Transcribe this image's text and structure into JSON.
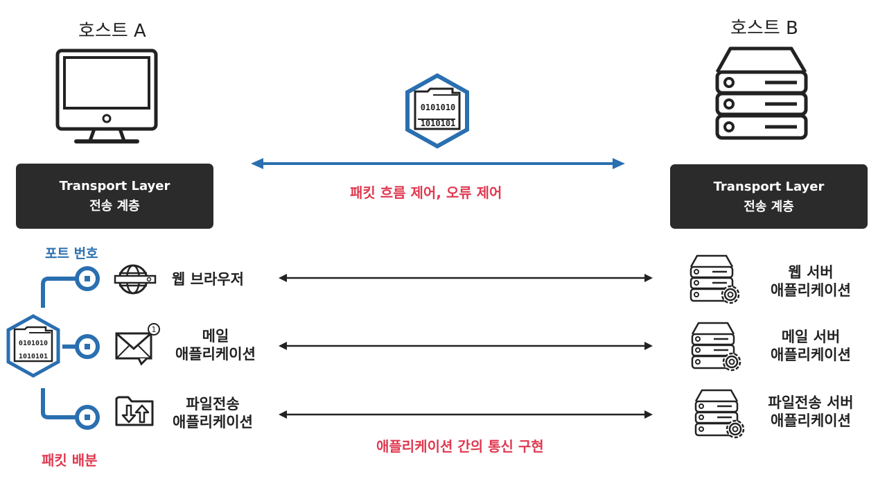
{
  "host_a": {
    "title": "호스트 A"
  },
  "host_b": {
    "title": "호스트 B"
  },
  "layer_a": {
    "line1": "Transport Layer",
    "line2": "전송 계층"
  },
  "layer_b": {
    "line1": "Transport Layer",
    "line2": "전송 계층"
  },
  "packet_icon": {
    "line1": "0101010",
    "line2": "1010101"
  },
  "transport_caption": "패킷 흐름 제어, 오류 제어",
  "port_label": "포트 번호",
  "distribution_label": "패킷 배분",
  "app_caption": "애플리케이션 간의 통신 구현",
  "host_a_apps": [
    {
      "line1": "웹 브라우저",
      "line2": "",
      "icon": "globe-icon"
    },
    {
      "line1": "메일",
      "line2": "애플리케이션",
      "icon": "mail-icon"
    },
    {
      "line1": "파일전송",
      "line2": "애플리케이션",
      "icon": "file-transfer-icon"
    }
  ],
  "host_b_apps": [
    {
      "line1": "웹 서버",
      "line2": "애플리케이션",
      "icon": "server-gear-icon"
    },
    {
      "line1": "메일 서버",
      "line2": "애플리케이션",
      "icon": "server-gear-icon"
    },
    {
      "line1": "파일전송 서버",
      "line2": "애플리케이션",
      "icon": "server-gear-icon"
    }
  ],
  "mail_badge": "1",
  "colors": {
    "blue": "#2a6fb0",
    "red": "#e0384f",
    "dark_box": "#2b2b2b"
  }
}
